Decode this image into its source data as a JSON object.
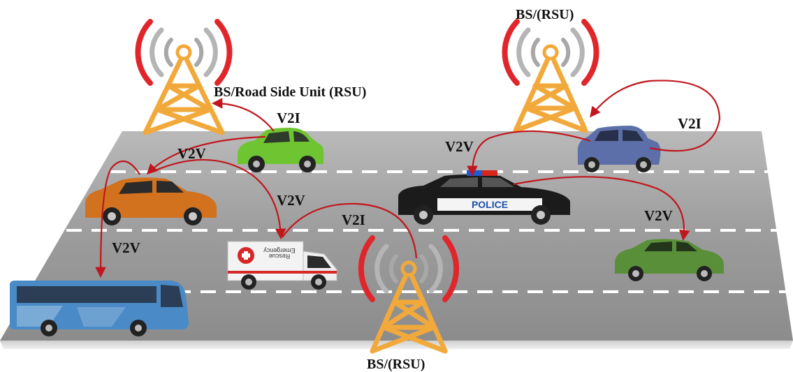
{
  "labels": {
    "bs_rsu_top_left": "BS/Road Side Unit (RSU)",
    "bs_rsu_top_right": "BS/(RSU)",
    "bs_rsu_bottom": "BS/(RSU)",
    "v2i_top_left": "V2I",
    "v2i_right": "V2I",
    "v2i_center": "V2I",
    "v2v_upper_left": "V2V",
    "v2v_center_left": "V2V",
    "v2v_lower_left": "V2V",
    "v2v_center_right": "V2V",
    "v2v_right": "V2V"
  },
  "vehicles": {
    "police_text": "POLICE",
    "ambulance_text_line1": "Emergency",
    "ambulance_text_line2": "Rescue"
  },
  "colors": {
    "road": "#9a9a9a",
    "lane": "#ffffff",
    "tower": "#f2a93b",
    "signal_outer": "#e0262b",
    "signal_inner": "#a8a8a8",
    "arrow": "#c0161c",
    "green_car": "#6fc431",
    "orange_car": "#d2711e",
    "blue_car": "#5d6fa8",
    "dark_green_car": "#5a8f3a",
    "bus": "#4a8ac6"
  },
  "icons": [
    "tower-icon",
    "signal-waves-icon",
    "car-icon",
    "police-car-icon",
    "ambulance-icon",
    "bus-icon"
  ]
}
